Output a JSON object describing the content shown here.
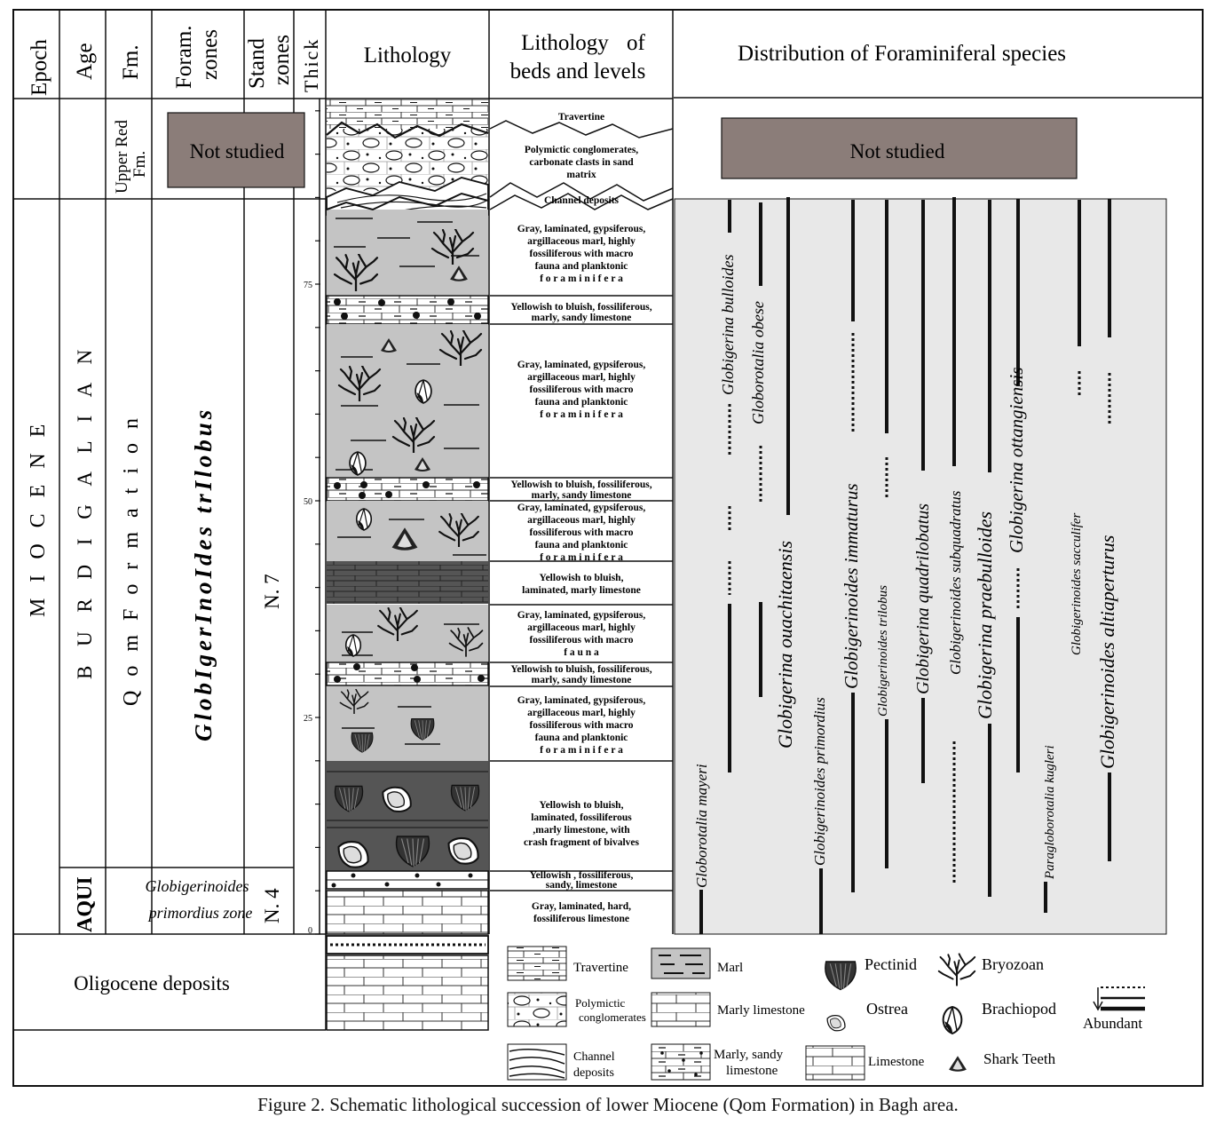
{
  "headers": {
    "epoch": "Epoch",
    "age": "Age",
    "fm": "Fm.",
    "foram_zones": [
      "Foram.",
      "zones"
    ],
    "stand_zones": [
      "Stand",
      "zones"
    ],
    "thick": "Thick",
    "lithology": "Lithology",
    "lithology_beds": [
      "Lithology of",
      "beds and levels"
    ],
    "distribution": "Distribution of Foraminiferal species"
  },
  "columns": {
    "epoch_value": "M I O C E N E",
    "age_upper": "B U R D I G A L I A N",
    "age_lower": "AQUI",
    "fm_upper": [
      "Upper Red",
      "Fm."
    ],
    "fm_main": "Q o m   F o r m a t i o n",
    "not_studied_left": "Not studied",
    "not_studied_right": "Not studied",
    "zone_upper": "GlobIgerInoIdes trIlobus",
    "zone_lower": [
      "Globigerinoides",
      "primordius zone"
    ],
    "stand_upper": "N. 7",
    "stand_lower": "N. 4",
    "oligocene": "Oligocene deposits"
  },
  "thickness_scale": {
    "ticks": [
      "75",
      "50",
      "25",
      "0"
    ],
    "unit": ""
  },
  "beds": [
    {
      "lines": [
        "Travertine"
      ]
    },
    {
      "lines": [
        "Polymictic conglomerates,",
        "carbonate clasts in sand",
        "matrix"
      ]
    },
    {
      "lines": [
        "Channel deposits"
      ]
    },
    {
      "lines": [
        "Gray, laminated, gypsiferous,",
        "argillaceous marl, highly",
        "fossiliferous with macro",
        "fauna and planktonic",
        "f o r a m i n i f e r a"
      ]
    },
    {
      "lines": [
        "Yellowish to bluish, fossiliferous,",
        "marly, sandy limestone"
      ]
    },
    {
      "lines": [
        "Gray, laminated, gypsiferous,",
        "argillaceous marl, highly",
        "fossiliferous with macro",
        "fauna and planktonic",
        "f o r a m i n i f e r a"
      ]
    },
    {
      "lines": [
        "Yellowish to bluish, fossiliferous,",
        "marly, sandy limestone"
      ]
    },
    {
      "lines": [
        "Gray, laminated, gypsiferous,",
        "argillaceous marl, highly",
        "fossiliferous with macro",
        "fauna and planktonic",
        "f o r a m i n i f e r a"
      ]
    },
    {
      "lines": [
        "Yellowish to bluish,",
        "laminated, marly limestone"
      ]
    },
    {
      "lines": [
        "Gray, laminated, gypsiferous,",
        "argillaceous marl, highly",
        "fossiliferous with macro",
        "f a u n a"
      ]
    },
    {
      "lines": [
        "Yellowish to bluish, fossiliferous,",
        "marly, sandy limestone"
      ]
    },
    {
      "lines": [
        "Gray, laminated, gypsiferous,",
        "argillaceous marl, highly",
        "fossiliferous with macro",
        "fauna and planktonic",
        "f o r a m i n i f e r a"
      ]
    },
    {
      "lines": [
        "Yellowish to bluish,",
        "laminated, fossiliferous",
        ",marly limestone, with",
        "crash fragment of bivalves"
      ]
    },
    {
      "lines": [
        "Yellowish , fossiliferous,",
        "sandy, limestone"
      ]
    },
    {
      "lines": [
        "Gray, laminated, hard,",
        "fossiliferous limestone"
      ]
    }
  ],
  "species": [
    {
      "name": "Globorotalia mayeri"
    },
    {
      "name": "Globigerina bulloides"
    },
    {
      "name": "Globorotalia obese"
    },
    {
      "name": "Globigerina ouachitaensis"
    },
    {
      "name": "Globigerinoides primordius"
    },
    {
      "name": "Globigerinoides immaturus"
    },
    {
      "name": "Globigerinoides trilobus"
    },
    {
      "name": "Globigerina quadrilobatus"
    },
    {
      "name": "Globigerinoides subquadratus"
    },
    {
      "name": "Globigerina praebulloides"
    },
    {
      "name": "Globigerina ottangiensis"
    },
    {
      "name": "Paragloborotalia kugleri"
    },
    {
      "name": "Globigerinoides sacculifer"
    },
    {
      "name": "Globigerinoides altiaperturus"
    }
  ],
  "legend": {
    "travertine": "Travertine",
    "marl": "Marl",
    "pectinid": "Pectinid",
    "bryozoan": "Bryozoan",
    "polymictic": [
      "Polymictic",
      "conglomerates"
    ],
    "marly_limestone": "Marly limestone",
    "ostrea": "Ostrea",
    "brachiopod": "Brachiopod",
    "abundant": "Abundant",
    "channel": [
      "Channel",
      "deposits"
    ],
    "marly_sandy": [
      "Marly, sandy",
      "limestone"
    ],
    "limestone": "Limestone",
    "shark": "Shark Teeth"
  },
  "caption": "Figure 2. Schematic lithological succession of lower Miocene (Qom Formation) in Bagh area.",
  "colors": {
    "gray_marl": "#c4c4c4",
    "dark_limestone": "#555555",
    "not_studied": "#8b7d79",
    "distribution_bg": "#e8e8e8"
  }
}
